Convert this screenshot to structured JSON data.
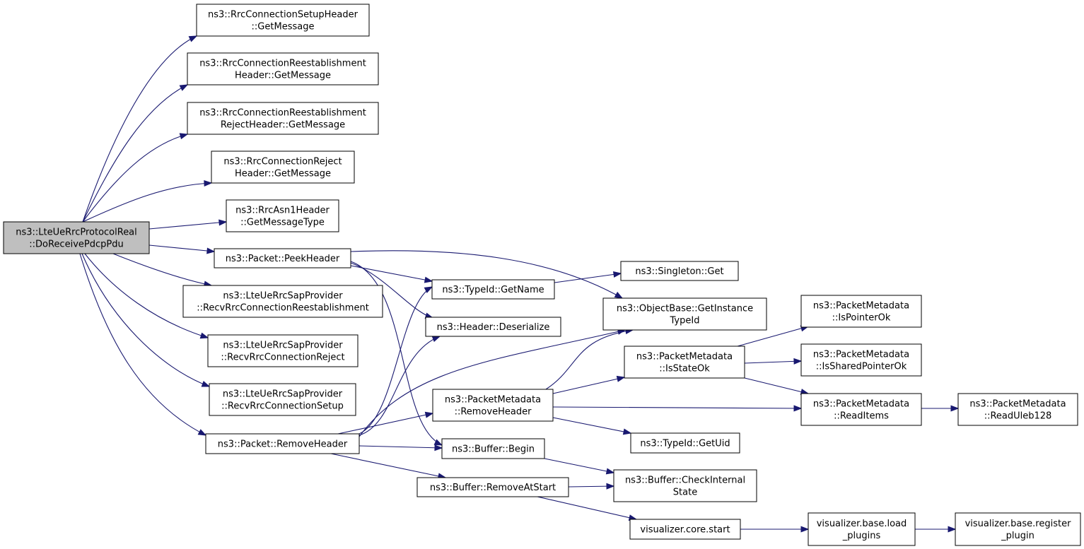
{
  "colors": {
    "edge": "#191970",
    "root_fill": "#bfbfbf",
    "node_fill": "#ffffff",
    "node_border": "#000000"
  },
  "nodes": [
    {
      "id": "root",
      "lines": [
        "ns3::LteUeRrcProtocolReal",
        "::DoReceivePdcpPdu"
      ],
      "root": true
    },
    {
      "id": "setup-getmsg",
      "lines": [
        "ns3::RrcConnectionSetupHeader",
        "::GetMessage"
      ]
    },
    {
      "id": "reest-getmsg",
      "lines": [
        "ns3::RrcConnectionReestablishment",
        "Header::GetMessage"
      ]
    },
    {
      "id": "reestrej-getmsg",
      "lines": [
        "ns3::RrcConnectionReestablishment",
        "RejectHeader::GetMessage"
      ]
    },
    {
      "id": "reject-getmsg",
      "lines": [
        "ns3::RrcConnectionReject",
        "Header::GetMessage"
      ]
    },
    {
      "id": "asn1-getmsgtype",
      "lines": [
        "ns3::RrcAsn1Header",
        "::GetMessageType"
      ]
    },
    {
      "id": "packet-peekheader",
      "lines": [
        "ns3::Packet::PeekHeader"
      ]
    },
    {
      "id": "sap-recvreest",
      "lines": [
        "ns3::LteUeRrcSapProvider",
        "::RecvRrcConnectionReestablishment"
      ]
    },
    {
      "id": "sap-recvreject",
      "lines": [
        "ns3::LteUeRrcSapProvider",
        "::RecvRrcConnectionReject"
      ]
    },
    {
      "id": "sap-recvsetup",
      "lines": [
        "ns3::LteUeRrcSapProvider",
        "::RecvRrcConnectionSetup"
      ]
    },
    {
      "id": "packet-removeheader",
      "lines": [
        "ns3::Packet::RemoveHeader"
      ]
    },
    {
      "id": "typeid-getname",
      "lines": [
        "ns3::TypeId::GetName"
      ]
    },
    {
      "id": "header-deserialize",
      "lines": [
        "ns3::Header::Deserialize"
      ]
    },
    {
      "id": "pm-removeheader",
      "lines": [
        "ns3::PacketMetadata",
        "::RemoveHeader"
      ]
    },
    {
      "id": "buffer-begin",
      "lines": [
        "ns3::Buffer::Begin"
      ]
    },
    {
      "id": "buffer-removeatstart",
      "lines": [
        "ns3::Buffer::RemoveAtStart"
      ]
    },
    {
      "id": "singleton-get",
      "lines": [
        "ns3::Singleton::Get"
      ]
    },
    {
      "id": "objectbase-getinstancetypeid",
      "lines": [
        "ns3::ObjectBase::GetInstance",
        "TypeId"
      ]
    },
    {
      "id": "pm-isstateok",
      "lines": [
        "ns3::PacketMetadata",
        "::IsStateOk"
      ]
    },
    {
      "id": "typeid-getuid",
      "lines": [
        "ns3::TypeId::GetUid"
      ]
    },
    {
      "id": "buffer-checkinternalstate",
      "lines": [
        "ns3::Buffer::CheckInternal",
        "State"
      ]
    },
    {
      "id": "viz-core-start",
      "lines": [
        "visualizer.core.start"
      ]
    },
    {
      "id": "pm-ispointerok",
      "lines": [
        "ns3::PacketMetadata",
        "::IsPointerOk"
      ]
    },
    {
      "id": "pm-issharedpointerok",
      "lines": [
        "ns3::PacketMetadata",
        "::IsSharedPointerOk"
      ]
    },
    {
      "id": "pm-readitems",
      "lines": [
        "ns3::PacketMetadata",
        "::ReadItems"
      ]
    },
    {
      "id": "viz-load-plugins",
      "lines": [
        "visualizer.base.load",
        "_plugins"
      ]
    },
    {
      "id": "pm-readuleb128",
      "lines": [
        "ns3::PacketMetadata",
        "::ReadUleb128"
      ]
    },
    {
      "id": "viz-register-plugin",
      "lines": [
        "visualizer.base.register",
        "_plugin"
      ]
    }
  ],
  "edges": [
    {
      "from": "root",
      "to": "setup-getmsg"
    },
    {
      "from": "root",
      "to": "reest-getmsg"
    },
    {
      "from": "root",
      "to": "reestrej-getmsg"
    },
    {
      "from": "root",
      "to": "reject-getmsg"
    },
    {
      "from": "root",
      "to": "asn1-getmsgtype"
    },
    {
      "from": "root",
      "to": "packet-peekheader"
    },
    {
      "from": "root",
      "to": "sap-recvreest"
    },
    {
      "from": "root",
      "to": "sap-recvreject"
    },
    {
      "from": "root",
      "to": "sap-recvsetup"
    },
    {
      "from": "root",
      "to": "packet-removeheader"
    },
    {
      "from": "packet-peekheader",
      "to": "typeid-getname"
    },
    {
      "from": "packet-peekheader",
      "to": "header-deserialize"
    },
    {
      "from": "packet-peekheader",
      "to": "buffer-begin"
    },
    {
      "from": "packet-peekheader",
      "to": "objectbase-getinstancetypeid"
    },
    {
      "from": "packet-removeheader",
      "to": "typeid-getname"
    },
    {
      "from": "packet-removeheader",
      "to": "header-deserialize"
    },
    {
      "from": "packet-removeheader",
      "to": "objectbase-getinstancetypeid"
    },
    {
      "from": "packet-removeheader",
      "to": "pm-removeheader"
    },
    {
      "from": "packet-removeheader",
      "to": "buffer-begin"
    },
    {
      "from": "packet-removeheader",
      "to": "buffer-removeatstart"
    },
    {
      "from": "typeid-getname",
      "to": "singleton-get"
    },
    {
      "from": "pm-removeheader",
      "to": "objectbase-getinstancetypeid"
    },
    {
      "from": "pm-removeheader",
      "to": "pm-isstateok"
    },
    {
      "from": "pm-removeheader",
      "to": "pm-readitems"
    },
    {
      "from": "pm-removeheader",
      "to": "typeid-getuid"
    },
    {
      "from": "pm-isstateok",
      "to": "pm-ispointerok"
    },
    {
      "from": "pm-isstateok",
      "to": "pm-issharedpointerok"
    },
    {
      "from": "pm-isstateok",
      "to": "pm-readitems"
    },
    {
      "from": "pm-readitems",
      "to": "pm-readuleb128"
    },
    {
      "from": "buffer-begin",
      "to": "buffer-checkinternalstate"
    },
    {
      "from": "buffer-removeatstart",
      "to": "buffer-checkinternalstate"
    },
    {
      "from": "buffer-removeatstart",
      "to": "viz-core-start"
    },
    {
      "from": "viz-core-start",
      "to": "viz-load-plugins"
    },
    {
      "from": "viz-load-plugins",
      "to": "viz-register-plugin"
    }
  ]
}
